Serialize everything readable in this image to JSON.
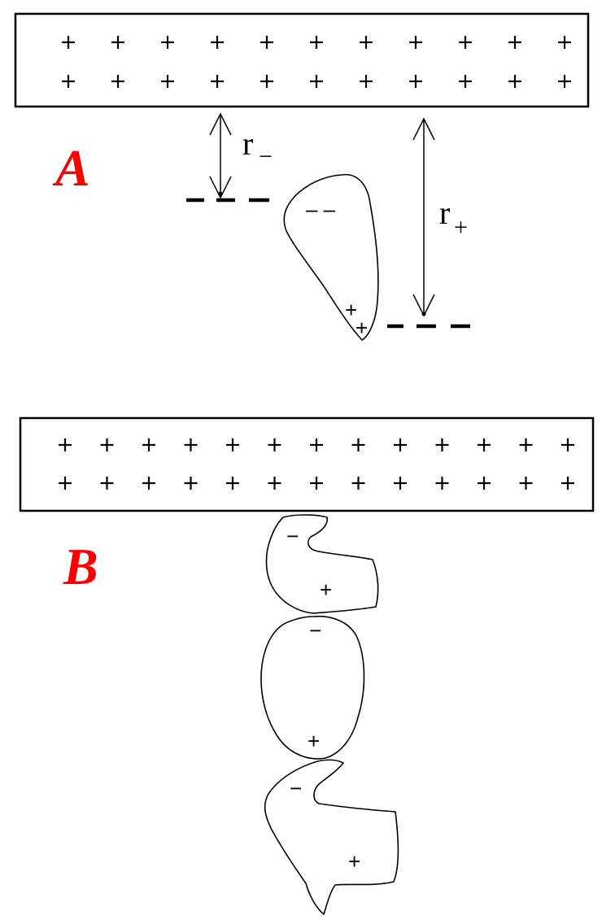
{
  "panels": {
    "a": {
      "letter": "A"
    },
    "b": {
      "letter": "B"
    }
  },
  "labels": {
    "r_minus_main": "r",
    "r_minus_sub": "−",
    "r_plus_main": "r",
    "r_plus_sub": "+"
  },
  "grain_signs": {
    "a_minus": "– –",
    "a_plus_1": "+",
    "a_plus_2": "+",
    "b1_minus": "−",
    "b1_plus": "+",
    "b2_minus": "−",
    "b2_plus": "+",
    "b3_minus": "−",
    "b3_plus": "+"
  },
  "colors": {
    "panel_letter": "#ff0000",
    "line": "#000000"
  },
  "plates": {
    "a": {
      "columns": 11,
      "rows": 2
    },
    "b": {
      "columns": 13,
      "rows": 2
    }
  }
}
